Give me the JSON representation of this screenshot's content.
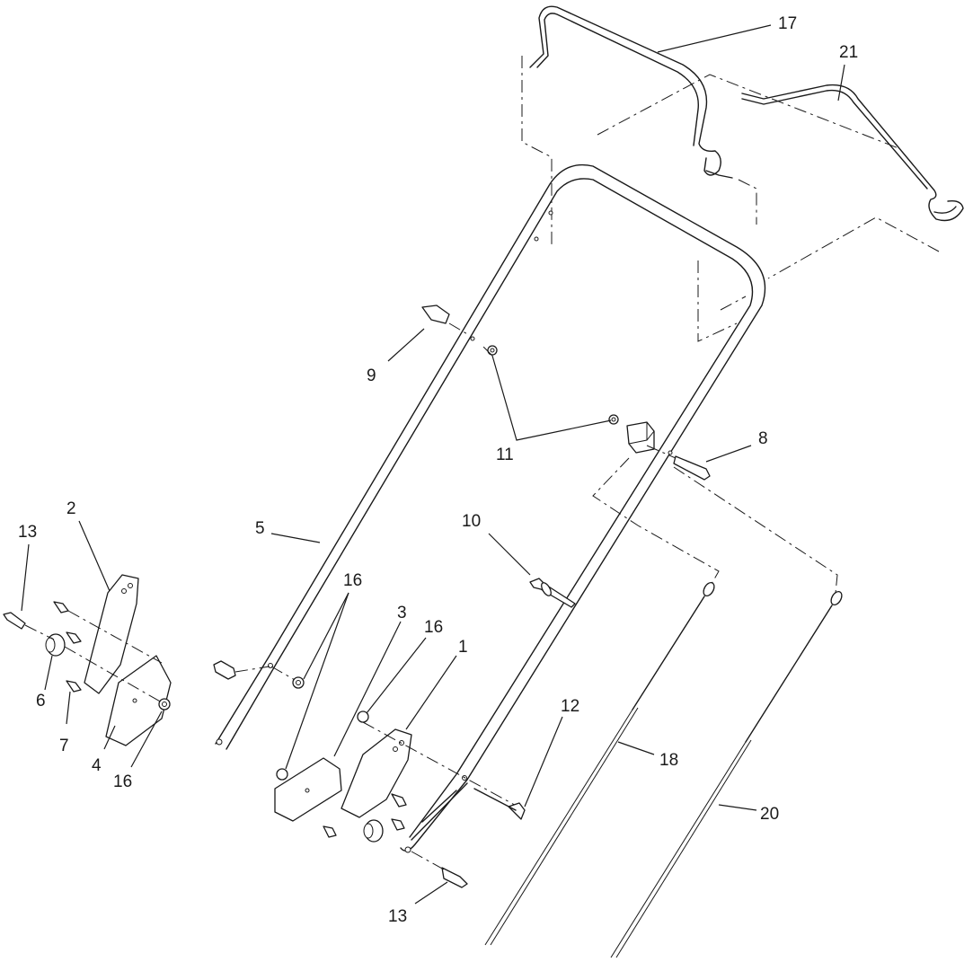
{
  "diagram": {
    "callouts": [
      {
        "id": "c17",
        "label": "17"
      },
      {
        "id": "c21",
        "label": "21"
      },
      {
        "id": "c9",
        "label": "9"
      },
      {
        "id": "c11",
        "label": "11"
      },
      {
        "id": "c8",
        "label": "8"
      },
      {
        "id": "c2",
        "label": "2"
      },
      {
        "id": "c13a",
        "label": "13"
      },
      {
        "id": "c5",
        "label": "5"
      },
      {
        "id": "c10",
        "label": "10"
      },
      {
        "id": "c16a",
        "label": "16"
      },
      {
        "id": "c3",
        "label": "3"
      },
      {
        "id": "c16b",
        "label": "16"
      },
      {
        "id": "c1",
        "label": "1"
      },
      {
        "id": "c12",
        "label": "12"
      },
      {
        "id": "c6",
        "label": "6"
      },
      {
        "id": "c7",
        "label": "7"
      },
      {
        "id": "c4",
        "label": "4"
      },
      {
        "id": "c16c",
        "label": "16"
      },
      {
        "id": "c18",
        "label": "18"
      },
      {
        "id": "c20",
        "label": "20"
      },
      {
        "id": "c13b",
        "label": "13"
      }
    ]
  }
}
